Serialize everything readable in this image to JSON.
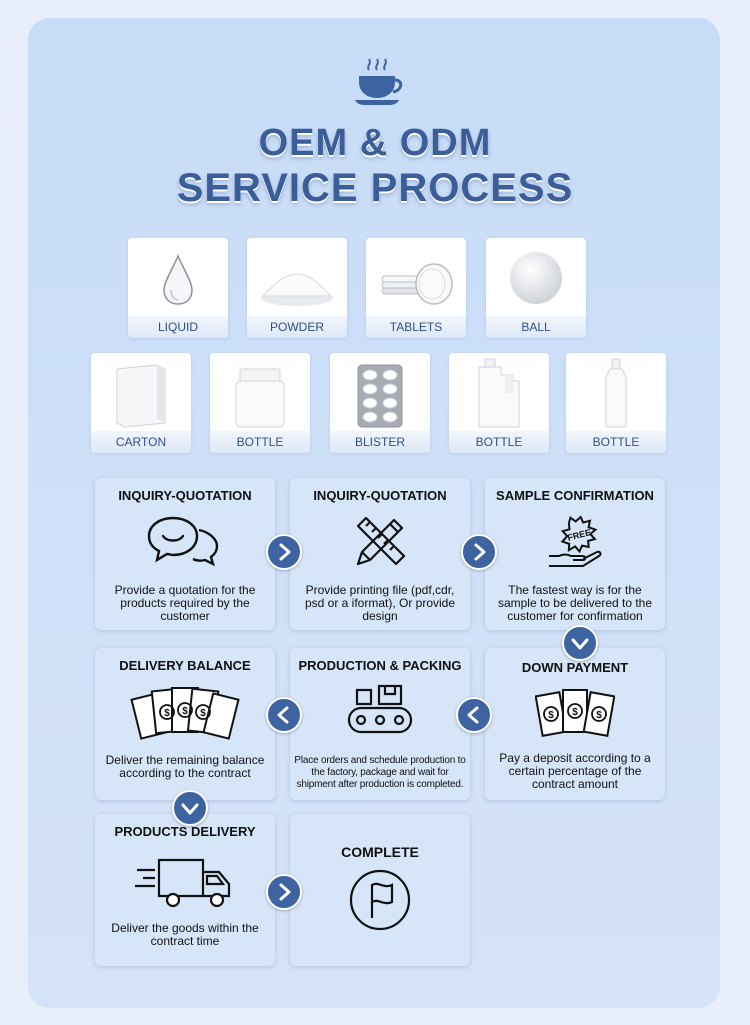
{
  "title": {
    "line1": "OEM & ODM",
    "line2": "SERVICE  PROCESS"
  },
  "forms": [
    {
      "label": "LIQUID",
      "icon": "liquid-drop"
    },
    {
      "label": "POWDER",
      "icon": "powder-pile"
    },
    {
      "label": "TABLETS",
      "icon": "tablets"
    },
    {
      "label": "BALL",
      "icon": "ball"
    }
  ],
  "packaging": [
    {
      "label": "CARTON",
      "icon": "carton-box"
    },
    {
      "label": "BOTTLE",
      "icon": "wide-jar"
    },
    {
      "label": "BLISTER",
      "icon": "blister-pack"
    },
    {
      "label": "BOTTLE",
      "icon": "handle-bottle"
    },
    {
      "label": "BOTTLE",
      "icon": "slim-bottle"
    }
  ],
  "steps": [
    {
      "title": "INQUIRY-QUOTATION",
      "desc": "Provide a quotation for the products required by the customer",
      "icon": "chat-bubbles-icon"
    },
    {
      "title": "INQUIRY-QUOTATION",
      "desc": "Provide printing file (pdf,cdr, psd or a iformat), Or provide design",
      "icon": "design-tools-icon"
    },
    {
      "title": "SAMPLE CONFIRMATION",
      "desc": "The fastest way is for the sample to be delivered to the customer for confirmation",
      "icon": "free-sample-hand-icon",
      "badge": "FREE"
    },
    {
      "title": "DOWN PAYMENT",
      "desc": "Pay a deposit according to a certain percentage of the contract amount",
      "icon": "money-bills-icon"
    },
    {
      "title": "PRODUCTION & PACKING",
      "desc": "Place orders and schedule production to the factory, package and wait for shipment after production is completed.",
      "icon": "conveyor-belt-icon"
    },
    {
      "title": "DELIVERY BALANCE",
      "desc": "Deliver the remaining balance according to the contract",
      "icon": "money-fan-icon"
    },
    {
      "title": "PRODUCTS DELIVERY",
      "desc": "Deliver the goods within the contract time",
      "icon": "delivery-truck-icon"
    },
    {
      "title": "COMPLETE",
      "desc": "",
      "icon": "flag-icon"
    }
  ],
  "colors": {
    "accent": "#3d63a0",
    "title": "#3b5e98",
    "background": "#c9ddf7"
  }
}
